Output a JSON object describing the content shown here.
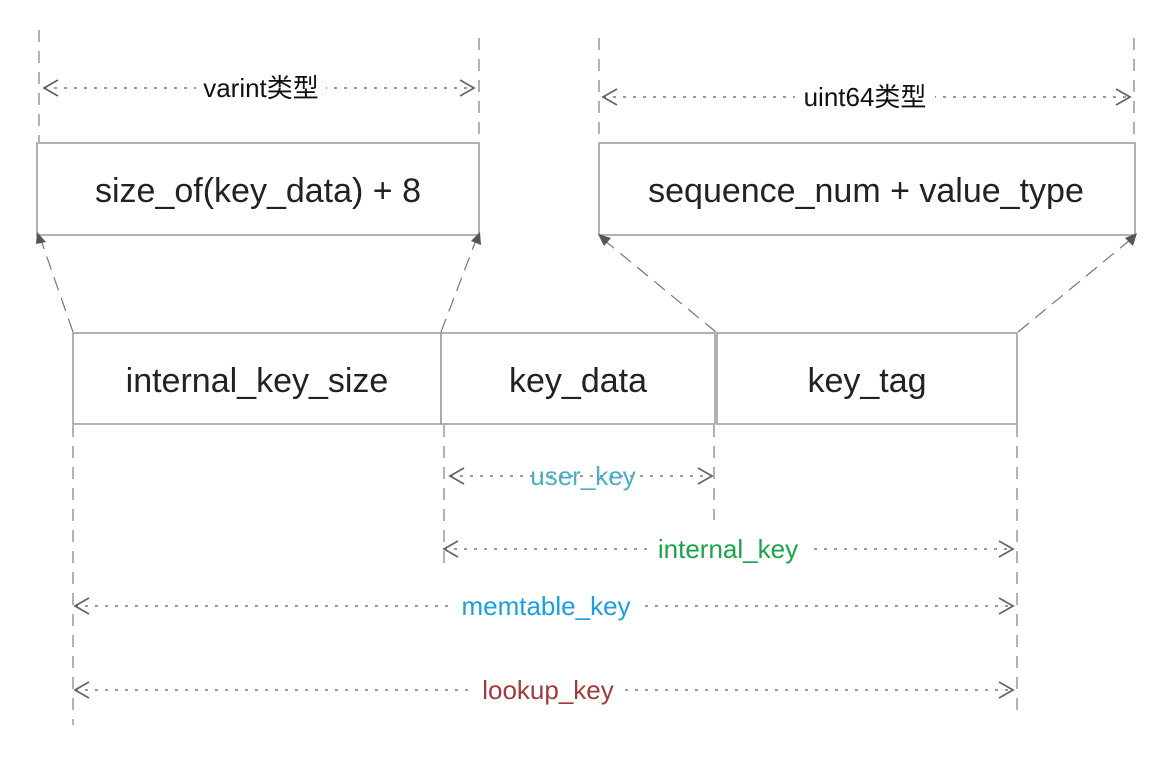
{
  "top_boxes": {
    "varint_box": {
      "label": "size_of(key_data)  + 8"
    },
    "uint64_box": {
      "label": "sequence_num + value_type"
    }
  },
  "type_labels": {
    "varint": "varint类型",
    "uint64": "uint64类型"
  },
  "key_segments": [
    {
      "label": "internal_key_size"
    },
    {
      "label": "key_data"
    },
    {
      "label": "key_tag"
    }
  ],
  "spans": [
    {
      "label": "user_key",
      "color": "#4aafc9"
    },
    {
      "label": "internal_key",
      "color": "#1aa34a"
    },
    {
      "label": "memtable_key",
      "color": "#1aa0e0"
    },
    {
      "label": "lookup_key",
      "color": "#a23b3b"
    }
  ]
}
